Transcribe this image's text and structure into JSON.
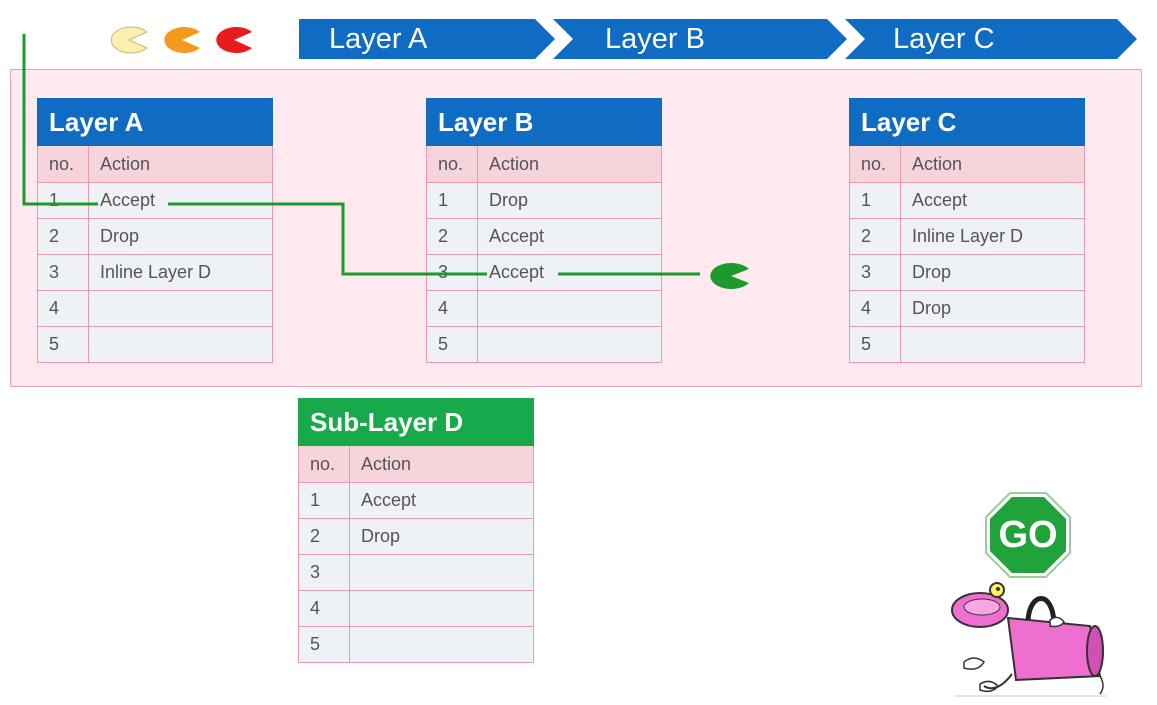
{
  "pacmen": [
    {
      "color": "#fcefb0",
      "icon": "pacman-light-yellow-icon"
    },
    {
      "color": "#f39a1e",
      "icon": "pacman-orange-icon"
    },
    {
      "color": "#e81c1c",
      "icon": "pacman-red-icon"
    }
  ],
  "chevrons": [
    "Layer A",
    "Layer B",
    "Layer C"
  ],
  "columns": {
    "no": "no.",
    "action": "Action"
  },
  "layers": [
    {
      "title": "Layer A",
      "rows": [
        {
          "no": "1",
          "action": "Accept"
        },
        {
          "no": "2",
          "action": "Drop"
        },
        {
          "no": "3",
          "action": "Inline Layer D"
        },
        {
          "no": "4",
          "action": ""
        },
        {
          "no": "5",
          "action": ""
        }
      ]
    },
    {
      "title": "Layer B",
      "rows": [
        {
          "no": "1",
          "action": "Drop"
        },
        {
          "no": "2",
          "action": "Accept"
        },
        {
          "no": "3",
          "action": "Accept"
        },
        {
          "no": "4",
          "action": ""
        },
        {
          "no": "5",
          "action": ""
        }
      ]
    },
    {
      "title": "Layer C",
      "rows": [
        {
          "no": "1",
          "action": "Accept"
        },
        {
          "no": "2",
          "action": "Inline Layer D"
        },
        {
          "no": "3",
          "action": "Drop"
        },
        {
          "no": "4",
          "action": "Drop"
        },
        {
          "no": "5",
          "action": ""
        }
      ]
    }
  ],
  "sublayer": {
    "title": "Sub-Layer D",
    "rows": [
      {
        "no": "1",
        "action": "Accept"
      },
      {
        "no": "2",
        "action": "Drop"
      },
      {
        "no": "3",
        "action": ""
      },
      {
        "no": "4",
        "action": ""
      },
      {
        "no": "5",
        "action": ""
      }
    ]
  },
  "go_sign": {
    "text": "GO",
    "color": "#1fa33a"
  },
  "path_color": "#1d9a2e",
  "packet_color": "#1d9a2e"
}
